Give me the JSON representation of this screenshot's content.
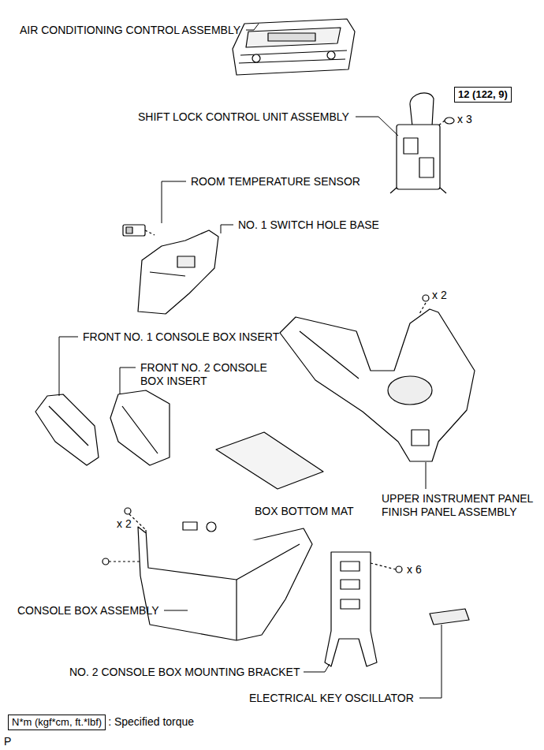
{
  "diagram": {
    "nodes": [
      {
        "text": [
          "12 (122, 9)"
        ]
      },
      {
        "text": [
          "N*m (kgf*cm, ft.*lbf)"
        ]
      }
    ],
    "labels": [
      "AIR CONDITIONING CONTROL ASSEMBLY",
      "SHIFT LOCK CONTROL UNIT ASSEMBLY",
      "x 3",
      "ROOM TEMPERATURE SENSOR",
      "NO. 1 SWITCH HOLE BASE",
      "x 2",
      "FRONT NO. 1 CONSOLE BOX INSERT",
      "FRONT NO. 2 CONSOLE BOX INSERT",
      "BOX BOTTOM MAT",
      "UPPER INSTRUMENT PANEL FINISH PANEL ASSEMBLY",
      "x 2",
      "CONSOLE BOX ASSEMBLY",
      "x 6",
      "NO. 2 CONSOLE BOX MOUNTING BRACKET",
      "ELECTRICAL KEY OSCILLATOR",
      ": Specified torque",
      "P"
    ]
  }
}
